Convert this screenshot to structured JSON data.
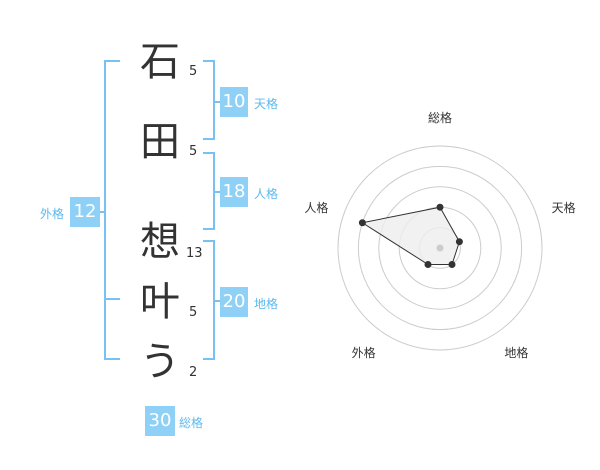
{
  "name": {
    "characters": [
      {
        "char": "石",
        "strokes": "5"
      },
      {
        "char": "田",
        "strokes": "5"
      },
      {
        "char": "想",
        "strokes": "13"
      },
      {
        "char": "叶",
        "strokes": "5"
      },
      {
        "char": "う",
        "strokes": "2"
      }
    ]
  },
  "kaku": {
    "tenkaku": {
      "value": "10",
      "label": "天格"
    },
    "jinkaku": {
      "value": "18",
      "label": "人格"
    },
    "chikaku": {
      "value": "20",
      "label": "地格"
    },
    "gaikaku": {
      "value": "12",
      "label": "外格"
    },
    "soukaku": {
      "value": "30",
      "label": "総格"
    }
  },
  "chart_data": {
    "type": "radar",
    "axes": [
      "総格",
      "天格",
      "地格",
      "外格",
      "人格"
    ],
    "values": [
      2,
      1,
      1,
      1,
      4
    ],
    "max": 5,
    "colors": {
      "fill": "#eeeeee",
      "stroke": "#333333",
      "grid": "#cccccc",
      "point": "#333333",
      "center": "#cccccc"
    }
  }
}
